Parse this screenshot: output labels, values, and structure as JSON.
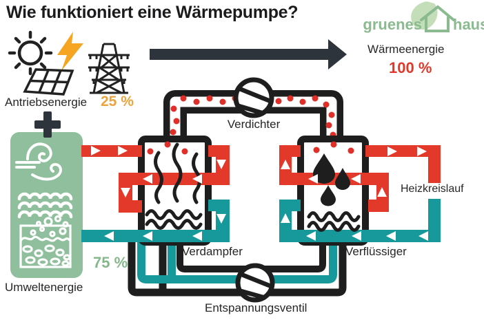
{
  "title": "Wie funktioniert eine Wärmepumpe?",
  "logo": {
    "part1": "gruenes",
    "part2": "haus"
  },
  "energy": {
    "drive_label": "Antriebsenergie",
    "drive_value": "25 %",
    "heat_label": "Wärmeenergie",
    "heat_value": "100 %",
    "env_label": "Umweltenergie",
    "env_value": "75 %"
  },
  "diagram": {
    "compressor": "Verdichter",
    "evaporator": "Verdampfer",
    "condenser": "Verflüssiger",
    "expansion_valve": "Entspannungsventil",
    "heating_circuit": "Heizkreislauf"
  },
  "icons": [
    "sun-icon",
    "lightning-icon",
    "power-pylon-icon",
    "solar-panel-icon",
    "plus-icon",
    "wind-icon",
    "water-waves-icon",
    "ground-icon",
    "leaf-icon",
    "house-icon",
    "compressor-valve-icon",
    "expansion-valve-icon",
    "heat-arrow-right-icon"
  ],
  "colors": {
    "red": "#e2392b",
    "teal": "#17999b",
    "green_panel": "#8fbf9d",
    "logo_green": "#8cba90",
    "leaf_green": "#c3deb8",
    "orange": "#eda33b",
    "value_green": "#84b88b",
    "value_red": "#e0382b",
    "ink": "#1e1e1e",
    "arrow_dark": "#2e343b"
  }
}
